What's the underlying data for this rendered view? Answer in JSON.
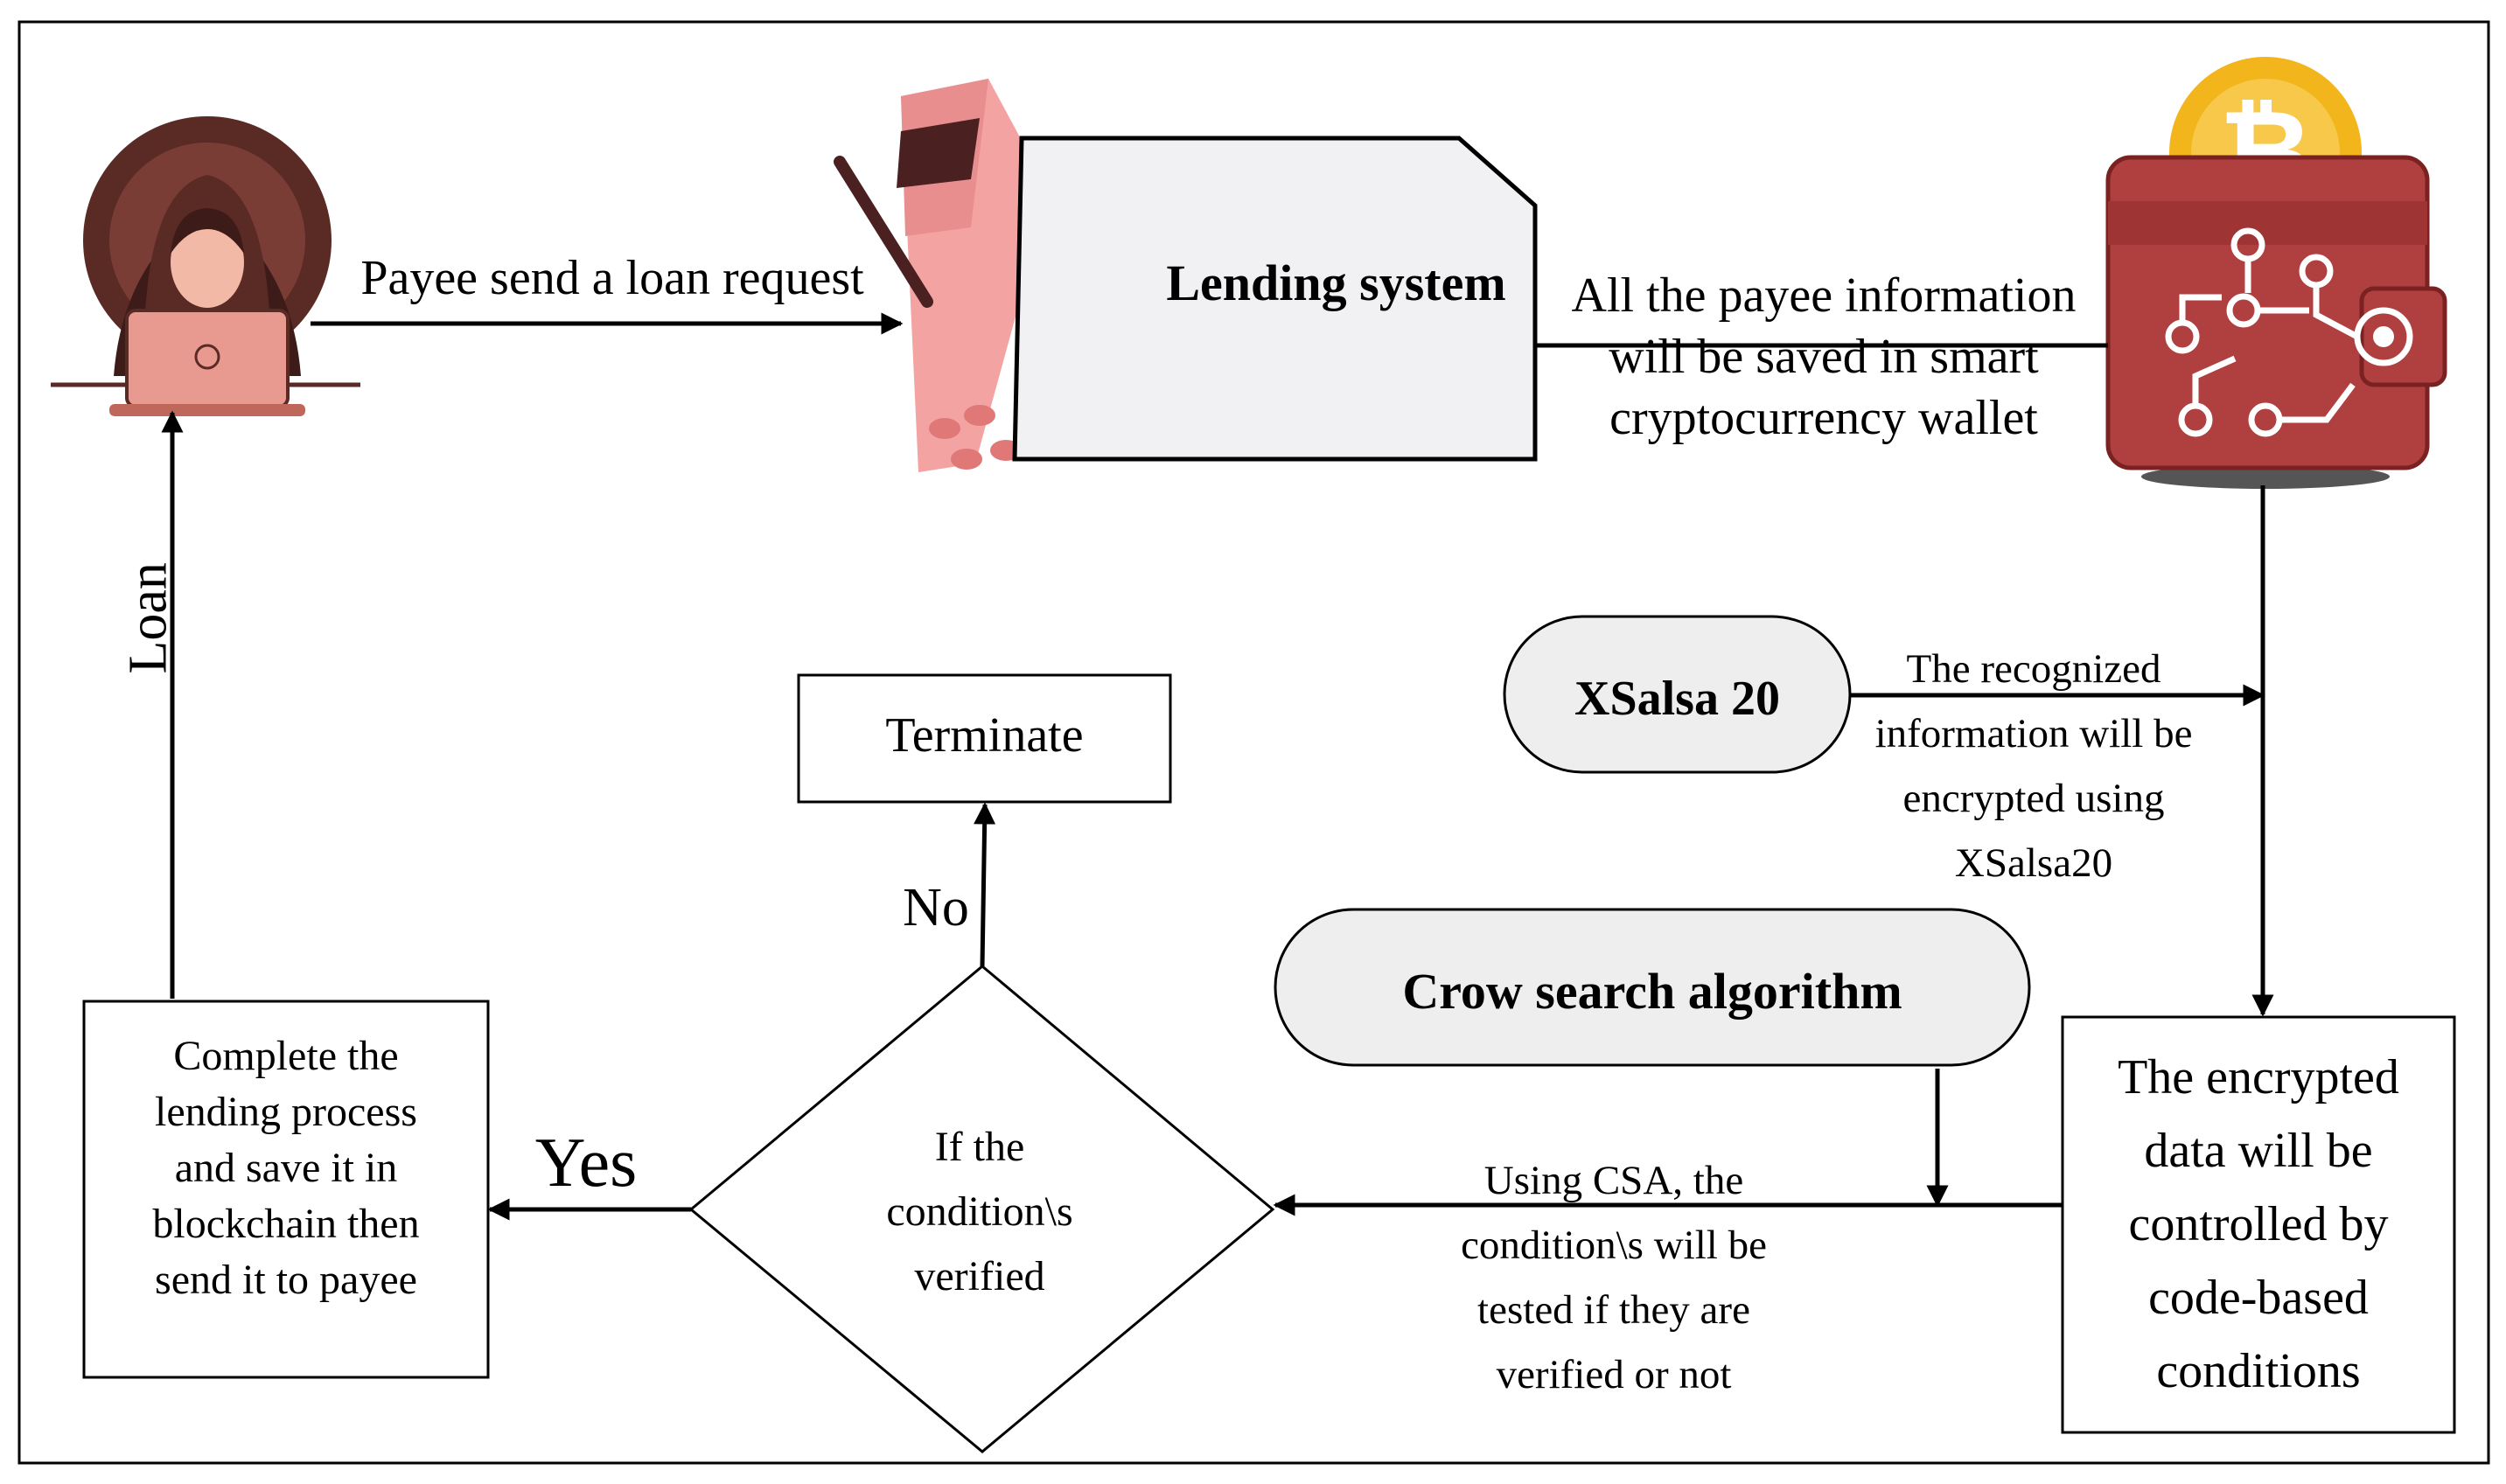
{
  "nodes": {
    "lending_system": "Lending system",
    "xsalsa": "XSalsa 20",
    "crow": "Crow search algorithm",
    "terminate": "Terminate",
    "decision": "If the\ncondition\\s\nverified",
    "complete": "Complete the\nlending process\nand save it in\nblockchain then\nsend it to payee",
    "encrypted": "The encrypted\ndata will be\ncontrolled by\ncode-based\nconditions"
  },
  "edges": {
    "loan_request": "Payee send a loan request",
    "payee_info": "All the payee information\nwill be saved in smart\ncryptocurrency wallet",
    "encrypt_note": "The recognized\ninformation will be\nencrypted using\nXSalsa20",
    "csa_note": "Using CSA, the\ncondition\\s will be\ntested if they are\nverified or not",
    "yes": "Yes",
    "no": "No",
    "loan": "Loan"
  },
  "icons": {
    "payee": "hooded-user-laptop-icon",
    "loan_document": "loan-document-money-icon",
    "wallet": "crypto-wallet-bitcoin-icon"
  },
  "colors": {
    "wallet": "#b0403f",
    "coin": "#f2b51c",
    "loan_pink": "#f4a3a3",
    "user_dark": "#5a2a25"
  }
}
